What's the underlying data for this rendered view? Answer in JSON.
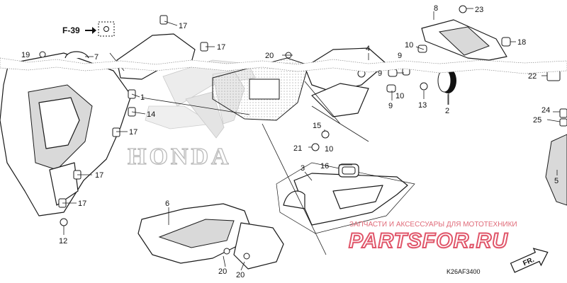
{
  "reference": {
    "label": "F-39"
  },
  "callouts": {
    "c1": "1",
    "c2": "2",
    "c3": "3",
    "c4": "4",
    "c5": "5",
    "c6": "6",
    "c7": "7",
    "c8": "8",
    "c9a": "9",
    "c9b": "9",
    "c9c": "9",
    "c10a": "10",
    "c10b": "10",
    "c10c": "10",
    "c12": "12",
    "c13": "13",
    "c14": "14",
    "c15": "15",
    "c16": "16",
    "c17a": "17",
    "c17b": "17",
    "c17c": "17",
    "c17d": "17",
    "c17e": "17",
    "c18": "18",
    "c19": "19",
    "c20a": "20",
    "c20b": "20",
    "c20c": "20",
    "c21": "21",
    "c22": "22",
    "c23": "23",
    "c24": "24",
    "c25": "25"
  },
  "diagram_code": "K26AF3400",
  "forward_marker": "FR.",
  "watermark": {
    "caption": "ЗАПЧАСТИ И АКСЕССУАРЫ ДЛЯ МОТОТЕХНИКИ",
    "logo": "PARTSFOR.RU"
  },
  "background_brand": "HONDA",
  "colors": {
    "watermark": "#e0566a",
    "line_art": "#1a1a1a",
    "brand_mark": "#b9b9b9"
  }
}
